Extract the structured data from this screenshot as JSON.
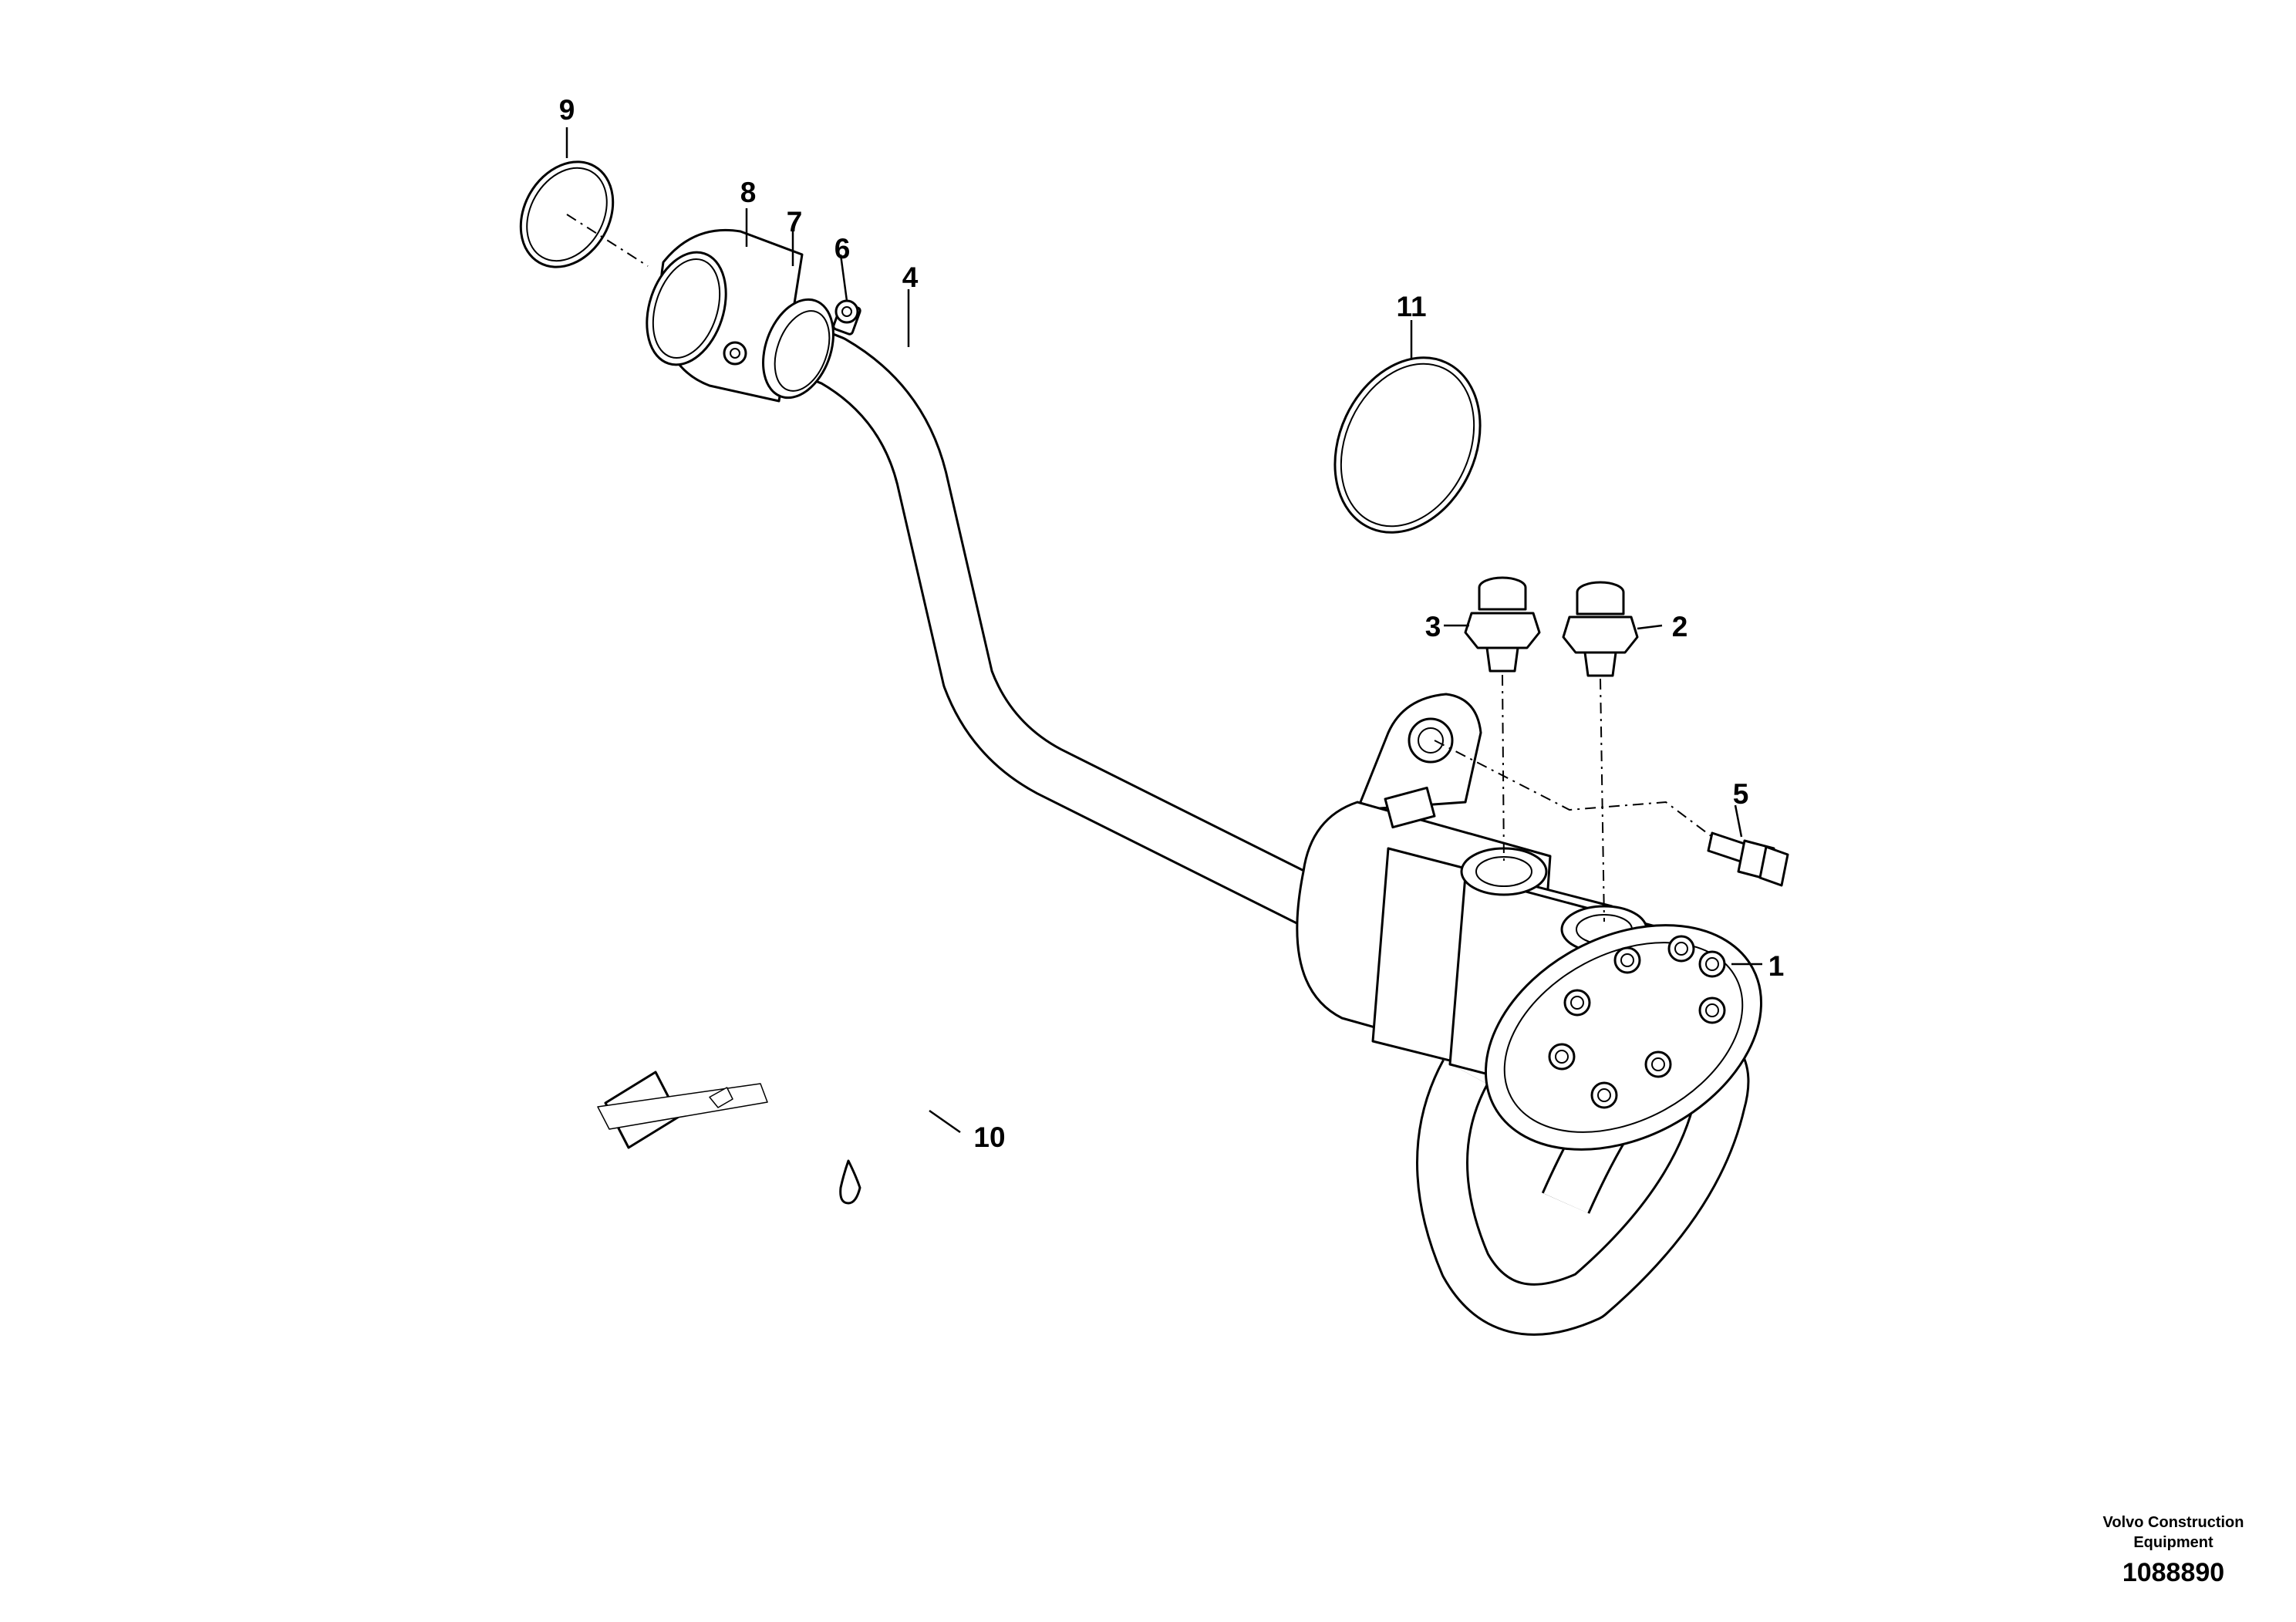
{
  "diagram": {
    "callouts": [
      {
        "id": "1",
        "text": "1"
      },
      {
        "id": "2",
        "text": "2"
      },
      {
        "id": "3",
        "text": "3"
      },
      {
        "id": "4",
        "text": "4"
      },
      {
        "id": "5",
        "text": "5"
      },
      {
        "id": "6",
        "text": "6"
      },
      {
        "id": "7",
        "text": "7"
      },
      {
        "id": "8",
        "text": "8"
      },
      {
        "id": "9",
        "text": "9"
      },
      {
        "id": "10",
        "text": "10"
      },
      {
        "id": "11",
        "text": "11"
      }
    ],
    "credit_line1": "Volvo Construction",
    "credit_line2": "Equipment",
    "document_number": "1088890"
  }
}
